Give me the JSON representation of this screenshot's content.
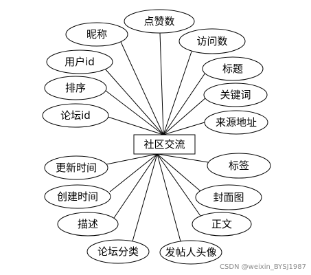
{
  "diagram": {
    "entity": {
      "name": "entity-community",
      "label": "社区交流"
    },
    "attributes": [
      {
        "name": "attr-nickname",
        "label": "昵称"
      },
      {
        "name": "attr-likes",
        "label": "点赞数"
      },
      {
        "name": "attr-visits",
        "label": "访问数"
      },
      {
        "name": "attr-user-id",
        "label": "用户id"
      },
      {
        "name": "attr-title",
        "label": "标题"
      },
      {
        "name": "attr-sort",
        "label": "排序"
      },
      {
        "name": "attr-keywords",
        "label": "关键词"
      },
      {
        "name": "attr-forum-id",
        "label": "论坛id"
      },
      {
        "name": "attr-source-url",
        "label": "来源地址"
      },
      {
        "name": "attr-update-time",
        "label": "更新时间"
      },
      {
        "name": "attr-tags",
        "label": "标签"
      },
      {
        "name": "attr-create-time",
        "label": "创建时间"
      },
      {
        "name": "attr-cover",
        "label": "封面图"
      },
      {
        "name": "attr-description",
        "label": "描述"
      },
      {
        "name": "attr-content",
        "label": "正文"
      },
      {
        "name": "attr-forum-category",
        "label": "论坛分类"
      },
      {
        "name": "attr-poster-avatar",
        "label": "发帖人头像"
      }
    ]
  },
  "watermark": "CSDN @weixin_BYSJ1987"
}
